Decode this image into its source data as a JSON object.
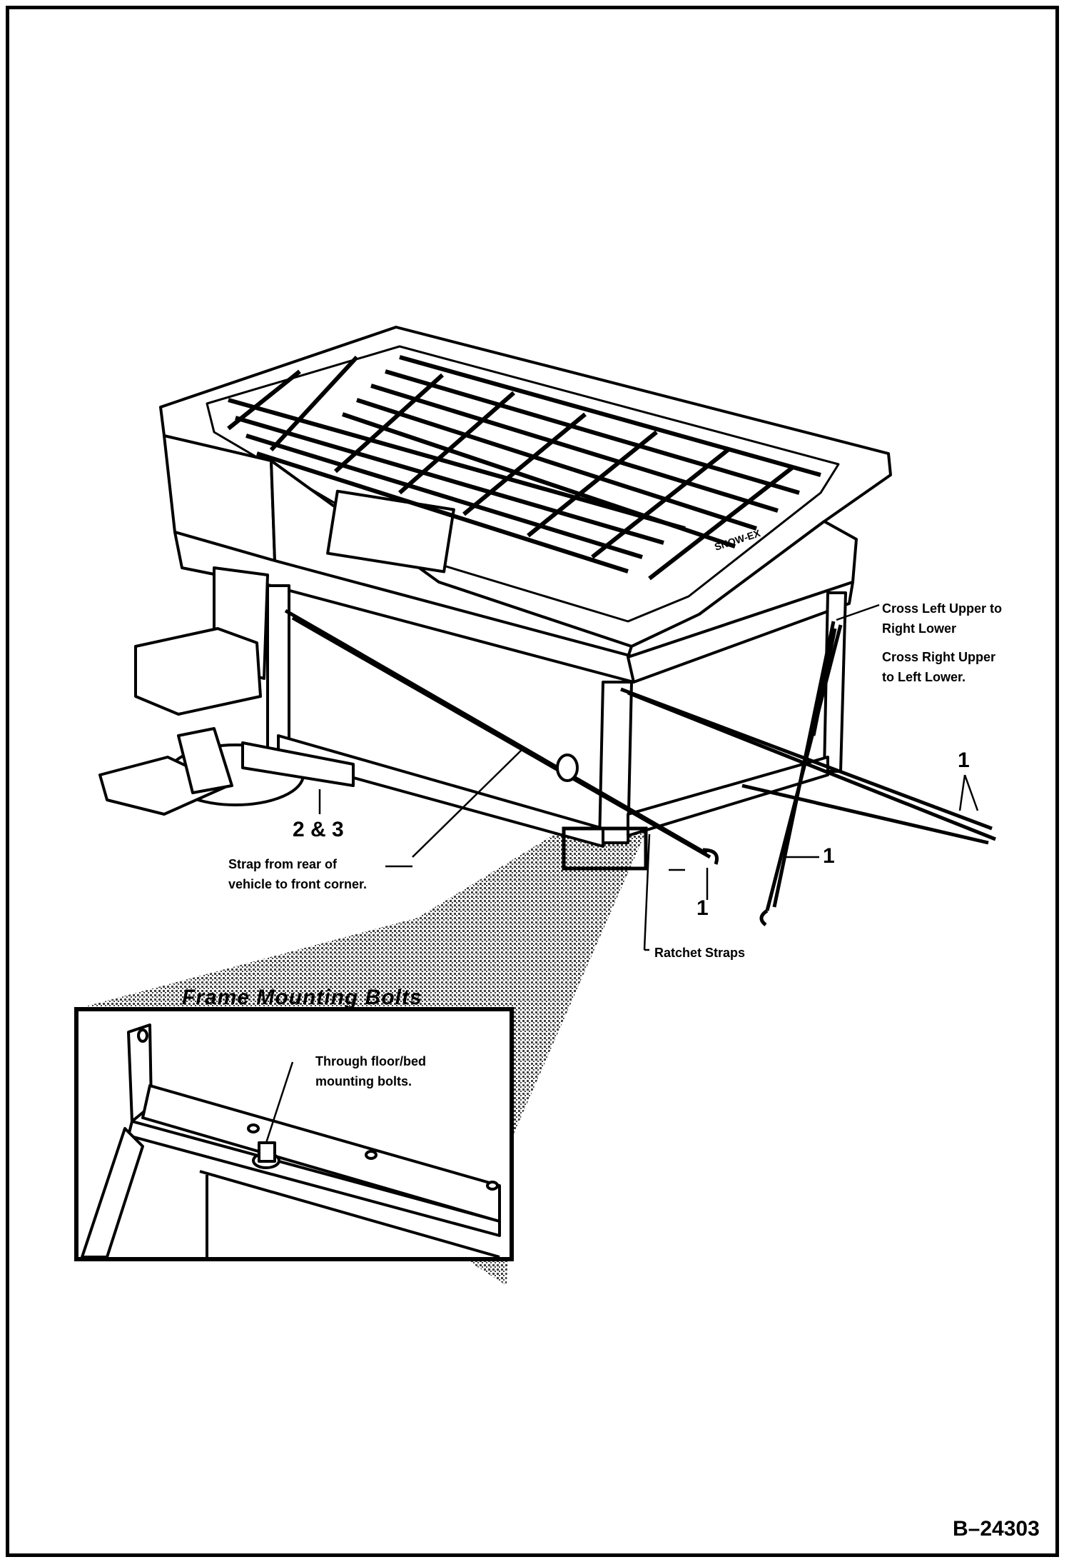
{
  "labels": {
    "cross_left": "Cross Left Upper to\nRight Lower",
    "cross_right": "Cross Right Upper\nto Left Lower.",
    "strap_rear": "Strap from rear of\nvehicle to front corner.",
    "ratchet": "Ratchet Straps",
    "bolts_note": "Through floor/bed\nmounting bolts.",
    "inset_title": "Frame Mounting Bolts"
  },
  "callouts": {
    "c_right_pair": "1",
    "c_right_single": "1",
    "c_front": "1",
    "c_23": "2 & 3"
  },
  "doc_id": "B–24303",
  "hopper_brand": "SNOW-EX",
  "colors": {
    "ink": "#000000",
    "paper": "#ffffff",
    "screen": "#9a9a9a"
  }
}
